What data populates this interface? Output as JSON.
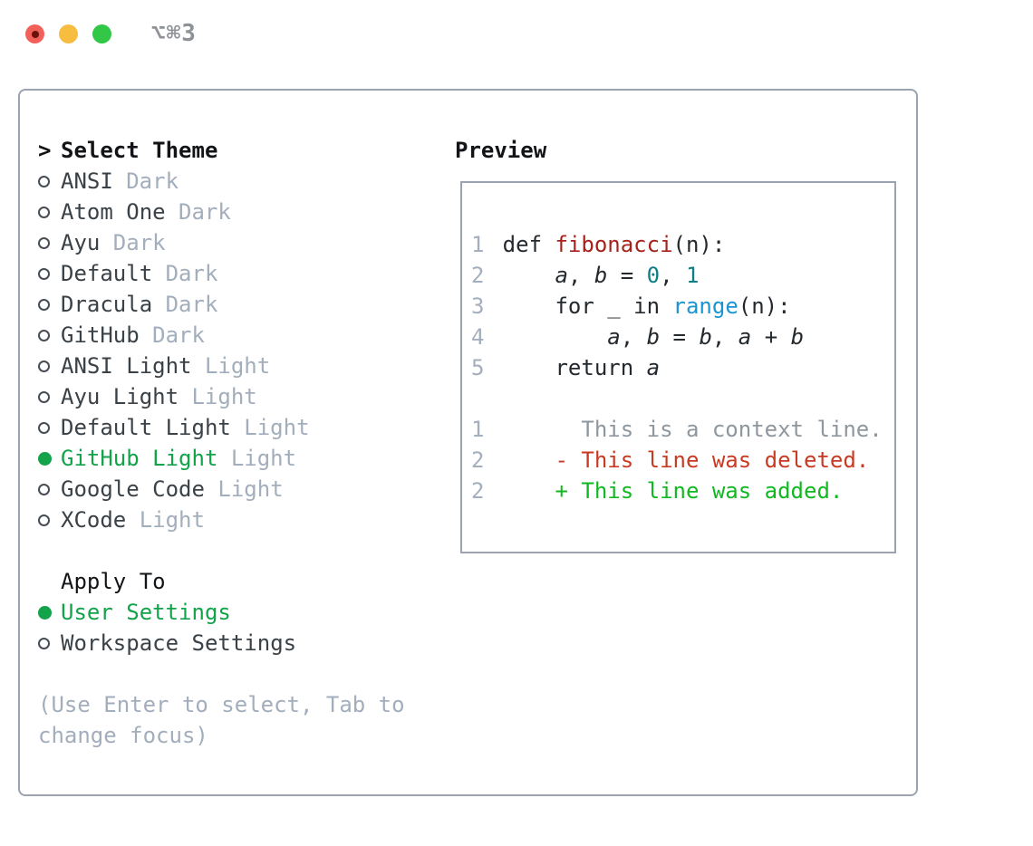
{
  "colors": {
    "accent_green": "#13a34a",
    "muted_gray": "#a3aebc",
    "text_dark": "#3a4147",
    "text_black": "#121417",
    "panel_border": "#9aa3af",
    "line_number": "#a4afbd",
    "code_text": "#24292e",
    "function_red": "#a5231c",
    "number_teal": "#0d7e86",
    "builtin_blue": "#1b95d2",
    "context_gray": "#8f979e",
    "deleted_red": "#c93a22",
    "added_green": "#12b822",
    "traffic_close": "#f2605a",
    "traffic_close_dot": "#6b130b",
    "traffic_minimize": "#f6bd40",
    "traffic_zoom": "#33c748",
    "shortcut_gray": "#8e9297"
  },
  "titlebar": {
    "shortcut": "⌥⌘3"
  },
  "theme_picker": {
    "prompt": ">",
    "header": "Select Theme",
    "themes": [
      {
        "label": "ANSI",
        "variant": "Dark",
        "selected": false
      },
      {
        "label": "Atom One",
        "variant": "Dark",
        "selected": false
      },
      {
        "label": "Ayu",
        "variant": "Dark",
        "selected": false
      },
      {
        "label": "Default",
        "variant": "Dark",
        "selected": false
      },
      {
        "label": "Dracula",
        "variant": "Dark",
        "selected": false
      },
      {
        "label": "GitHub",
        "variant": "Dark",
        "selected": false
      },
      {
        "label": "ANSI Light",
        "variant": "Light",
        "selected": false
      },
      {
        "label": "Ayu Light",
        "variant": "Light",
        "selected": false
      },
      {
        "label": "Default Light",
        "variant": "Light",
        "selected": false
      },
      {
        "label": "GitHub Light",
        "variant": "Light",
        "selected": true
      },
      {
        "label": "Google Code",
        "variant": "Light",
        "selected": false
      },
      {
        "label": "XCode",
        "variant": "Light",
        "selected": false
      }
    ],
    "apply_to": {
      "header": "Apply To",
      "options": [
        {
          "label": "User Settings",
          "selected": true
        },
        {
          "label": "Workspace Settings",
          "selected": false
        }
      ]
    },
    "help_lines": [
      "(Use Enter to select, Tab to",
      "change focus)"
    ]
  },
  "preview": {
    "title": "Preview",
    "lines": [
      {
        "num": "1",
        "tokens": [
          {
            "t": "def ",
            "c": "code"
          },
          {
            "t": "fibonacci",
            "c": "func"
          },
          {
            "t": "(n):",
            "c": "code"
          }
        ]
      },
      {
        "num": "2",
        "tokens": [
          {
            "t": "    ",
            "c": "code"
          },
          {
            "t": "a",
            "c": "var"
          },
          {
            "t": ", ",
            "c": "code"
          },
          {
            "t": "b",
            "c": "var"
          },
          {
            "t": " = ",
            "c": "code"
          },
          {
            "t": "0",
            "c": "num"
          },
          {
            "t": ", ",
            "c": "code"
          },
          {
            "t": "1",
            "c": "num"
          }
        ]
      },
      {
        "num": "3",
        "tokens": [
          {
            "t": "    for _ in ",
            "c": "code"
          },
          {
            "t": "range",
            "c": "builtin"
          },
          {
            "t": "(n):",
            "c": "code"
          }
        ]
      },
      {
        "num": "4",
        "tokens": [
          {
            "t": "        ",
            "c": "code"
          },
          {
            "t": "a",
            "c": "var"
          },
          {
            "t": ", ",
            "c": "code"
          },
          {
            "t": "b",
            "c": "var"
          },
          {
            "t": " = ",
            "c": "code"
          },
          {
            "t": "b",
            "c": "var"
          },
          {
            "t": ", ",
            "c": "code"
          },
          {
            "t": "a",
            "c": "var"
          },
          {
            "t": " + ",
            "c": "code"
          },
          {
            "t": "b",
            "c": "var"
          }
        ]
      },
      {
        "num": "5",
        "tokens": [
          {
            "t": "    return ",
            "c": "code"
          },
          {
            "t": "a",
            "c": "var"
          }
        ]
      },
      {
        "num": "",
        "tokens": []
      },
      {
        "num": "1",
        "tokens": [
          {
            "t": "      This is a context line.",
            "c": "context"
          }
        ]
      },
      {
        "num": "2",
        "tokens": [
          {
            "t": "    - This line was deleted.",
            "c": "deleted"
          }
        ]
      },
      {
        "num": "2",
        "tokens": [
          {
            "t": "    + This line was added.",
            "c": "added"
          }
        ]
      }
    ]
  }
}
